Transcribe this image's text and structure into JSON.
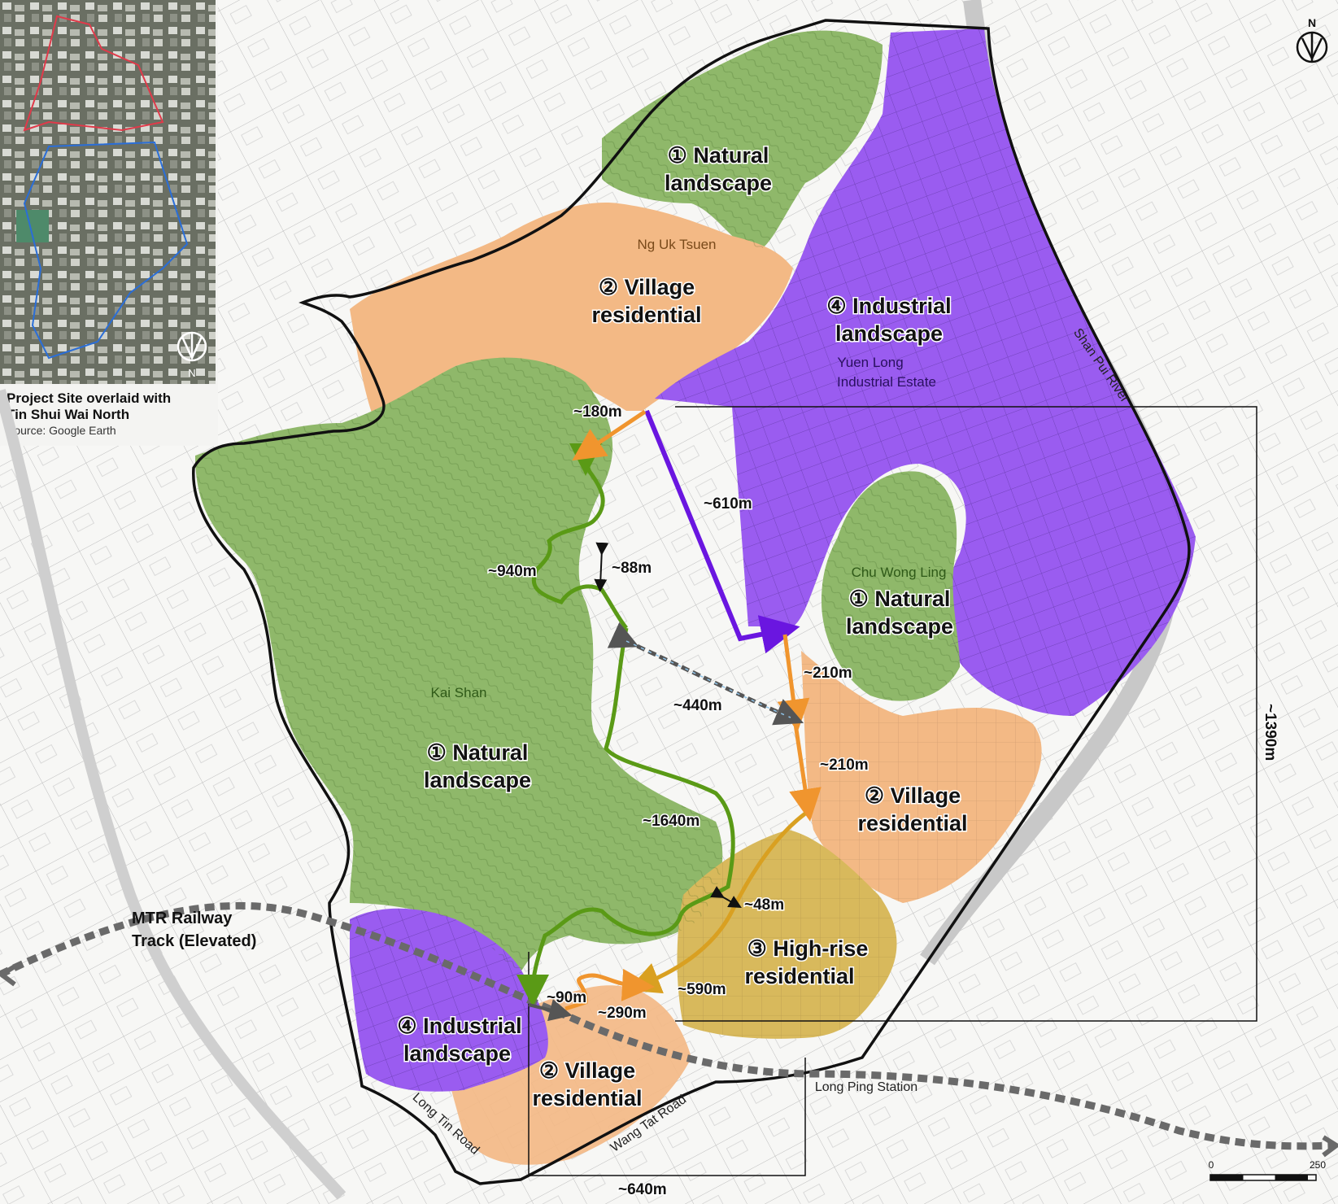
{
  "inset": {
    "caption_line1": "Project Site overlaid with",
    "caption_line2": "Tin Shui Wai North",
    "source": "Source: Google Earth",
    "north_letter": "N"
  },
  "north_arrow": {
    "letter": "N"
  },
  "zones": [
    {
      "id": "z1",
      "line1": "① Natural",
      "line2": "landscape",
      "category": "natural"
    },
    {
      "id": "z2",
      "line1": "② Village",
      "line2": "residential",
      "category": "village"
    },
    {
      "id": "z3",
      "line1": "④ Industrial",
      "line2": "landscape",
      "category": "industrial"
    },
    {
      "id": "z4",
      "line1": "① Natural",
      "line2": "landscape",
      "category": "natural"
    },
    {
      "id": "z5",
      "line1": "① Natural",
      "line2": "landscape",
      "category": "natural"
    },
    {
      "id": "z6",
      "line1": "② Village",
      "line2": "residential",
      "category": "village"
    },
    {
      "id": "z7",
      "line1": "③ High-rise",
      "line2": "residential",
      "category": "highrise"
    },
    {
      "id": "z8",
      "line1": "④ Industrial",
      "line2": "landscape",
      "category": "industrial"
    },
    {
      "id": "z9",
      "line1": "② Village",
      "line2": "residential",
      "category": "village"
    }
  ],
  "place_names": {
    "ng_uk_tsuen": "Ng Uk Tsuen",
    "yuen_long_1": "Yuen Long",
    "yuen_long_2": "Industrial Estate",
    "chu_wong_ling": "Chu Wong Ling",
    "kai_shan": "Kai Shan",
    "shan_pui_river": "Shan Pui River",
    "long_ping_station": "Long Ping Station",
    "long_tin_road": "Long Tin Road",
    "wang_tat_road": "Wang Tat Road",
    "mtr_line1": "MTR Railway",
    "mtr_line2": "Track (Elevated)"
  },
  "distances": {
    "d180": "~180m",
    "d610": "~610m",
    "d940": "~940m",
    "d88": "~88m",
    "d440": "~440m",
    "d210a": "~210m",
    "d210b": "~210m",
    "d1640": "~1640m",
    "d48": "~48m",
    "d590": "~590m",
    "d90": "~90m",
    "d290": "~290m",
    "d1390": "~1390m",
    "d640": "~640m"
  },
  "scale_bar": {
    "start": "0",
    "end": "250"
  },
  "colors": {
    "natural": "#8fb86a",
    "village": "#f3b985",
    "industrial": "#9a5cf0",
    "highrise": "#d8b95c",
    "route_green": "#5a9a16",
    "route_orange": "#f0952e",
    "route_purple": "#6a16e0",
    "route_gold": "#d9a021",
    "boundary": "#111111"
  }
}
